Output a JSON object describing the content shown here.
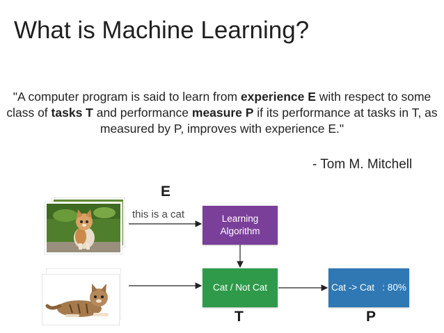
{
  "slide": {
    "title": "What is Machine Learning?",
    "quote": {
      "p1": "\"A computer program is said to learn from ",
      "b1": "experience E",
      "p2": " with respect to some class of ",
      "b2": "tasks T",
      "p3": " and performance ",
      "b3": "measure P",
      "p4": " if its performance at tasks in T, as measured by P, improves with experience E.\""
    },
    "attribution": "- Tom M. Mitchell"
  },
  "diagram": {
    "label_e": "E",
    "label_t": "T",
    "label_p": "P",
    "edge_label": "this is a cat",
    "boxes": {
      "learning_algorithm": {
        "line1": "Learning",
        "line2": "Algorithm",
        "color": "#7a3f99"
      },
      "classifier": {
        "label": "Cat / Not Cat",
        "color": "#2e9a4a"
      },
      "performance": {
        "label": "Cat -> Cat   : 80%",
        "color": "#2f78b4"
      }
    }
  }
}
